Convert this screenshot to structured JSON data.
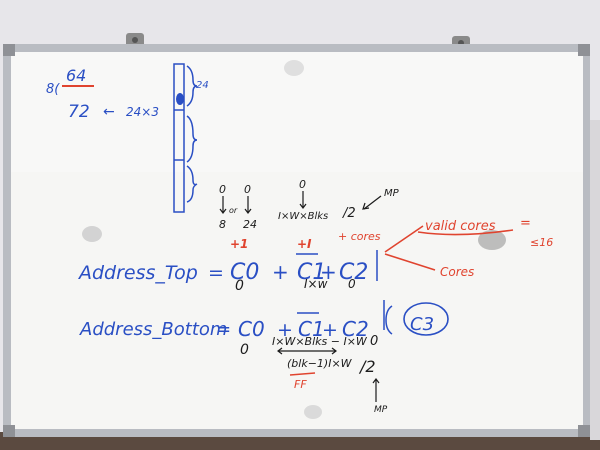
{
  "colors": {
    "wall": "#e7e6ea",
    "frame": "#b9bcc2",
    "board": "#f6f6f4",
    "blue_marker": "#2a4fc4",
    "red_marker": "#e0442f",
    "black_marker": "#1c1c1c"
  },
  "top_left": {
    "paren": "8(",
    "num_64": "64",
    "num_72": "72",
    "arrow": "←",
    "calc": "24×3"
  },
  "column": {
    "label": "24"
  },
  "notes": {
    "zeros": [
      "0",
      "0",
      "0"
    ],
    "vals": [
      "8",
      "or",
      "24"
    ],
    "ixw": "I×W×Blks",
    "half": "/2",
    "mp": "MP",
    "plus1": "+1",
    "plusI": "+I",
    "plus_cores": "+ cores",
    "valid_cores": "valid cores",
    "eq": "=",
    "le16": "≤16",
    "cores": "Cores"
  },
  "equation_top": {
    "lhs": "Address_Top",
    "eq": "=",
    "c0": "C0",
    "plus1": "+",
    "c1": "C1",
    "plus2": "+",
    "c2": "C2",
    "below_c0": "0",
    "below_c1": "I×w",
    "below_c2": "0"
  },
  "equation_bottom": {
    "lhs": "Address_Bottom",
    "eq": "=",
    "c0": "C0",
    "plus1": "+",
    "c1": "C1",
    "plus2": "+",
    "c2": "C2",
    "c3": "C3",
    "below_c0": "0",
    "sub_expr": "I×W×Blks − I×W",
    "sub_zero": "0",
    "expr2": "(blk−1)I×W",
    "expr2_div": "/2",
    "ff": "FF",
    "mp2": "MP"
  }
}
